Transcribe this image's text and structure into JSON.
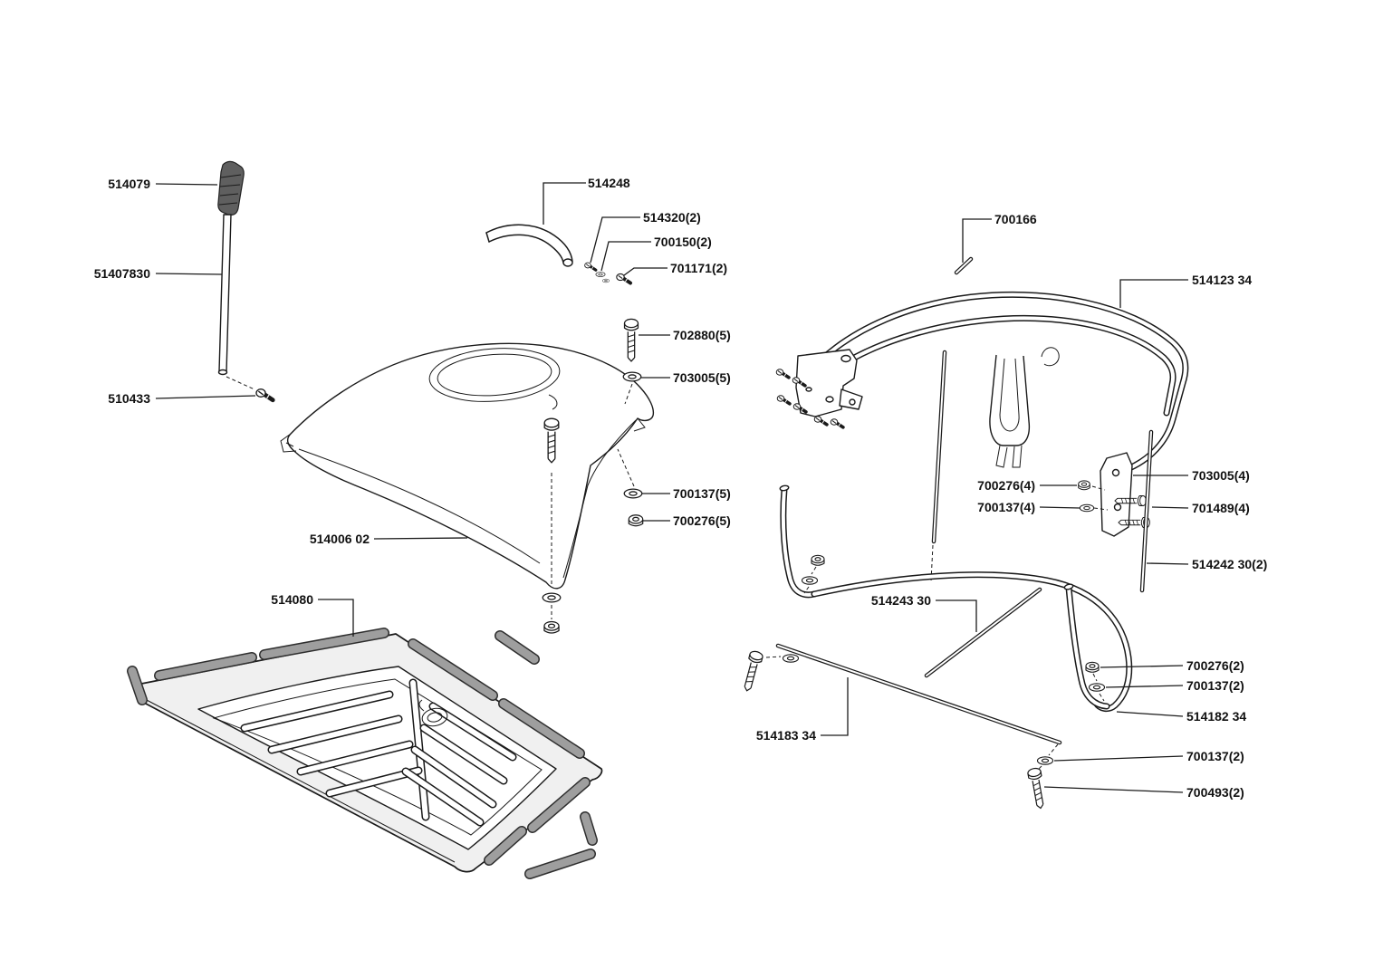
{
  "page": {
    "background": "#ffffff"
  },
  "diagram": {
    "type": "exploded-parts-diagram",
    "colors": {
      "line": "#1a1a1a",
      "shade": "#9e9e9e",
      "grip": "#5f5f5f",
      "background": "#ffffff"
    },
    "labels": [
      {
        "text": "514079"
      },
      {
        "text": "51407830"
      },
      {
        "text": "510433"
      },
      {
        "text": "514248"
      },
      {
        "text": "514320(2)"
      },
      {
        "text": "700150(2)"
      },
      {
        "text": "701171(2)"
      },
      {
        "text": "702880(5)"
      },
      {
        "text": "703005(5)"
      },
      {
        "text": "700137(5)"
      },
      {
        "text": "700276(5)"
      },
      {
        "text": "514006 02"
      },
      {
        "text": "514080"
      },
      {
        "text": "700166"
      },
      {
        "text": "514123 34"
      },
      {
        "text": "703005(4)"
      },
      {
        "text": "700276(4)"
      },
      {
        "text": "700137(4)"
      },
      {
        "text": "701489(4)"
      },
      {
        "text": "514242 30(2)"
      },
      {
        "text": "514243 30"
      },
      {
        "text": "700276(2)"
      },
      {
        "text": "700137(2)"
      },
      {
        "text": "514182 34"
      },
      {
        "text": "514183 34"
      },
      {
        "text": "700137(2)"
      },
      {
        "text": "700493(2)"
      }
    ]
  }
}
